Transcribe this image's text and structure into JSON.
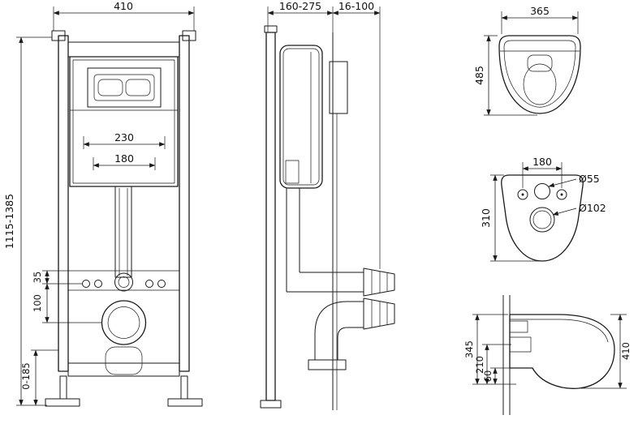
{
  "drawing": {
    "front_view": {
      "frame_width": "410",
      "frame_height_range": "1115-1385",
      "dim_230": "230",
      "dim_180": "180",
      "dim_35": "35",
      "dim_100": "100",
      "foot_adjust_range": "0-185"
    },
    "side_view": {
      "depth_range": "160-275",
      "wall_finish_range": "16-100"
    },
    "bowl_top_view": {
      "width": "365",
      "depth": "485"
    },
    "bowl_back_view": {
      "hole_spacing": "180",
      "flush_diameter": "Ø55",
      "drain_diameter": "Ø102",
      "height": "310"
    },
    "bowl_side_view": {
      "dim_345": "345",
      "dim_210": "210",
      "dim_60": "60",
      "dim_410": "410"
    }
  },
  "colors": {
    "line": "#1a1a1a",
    "wall_section_fill": "#c6c6c6"
  }
}
